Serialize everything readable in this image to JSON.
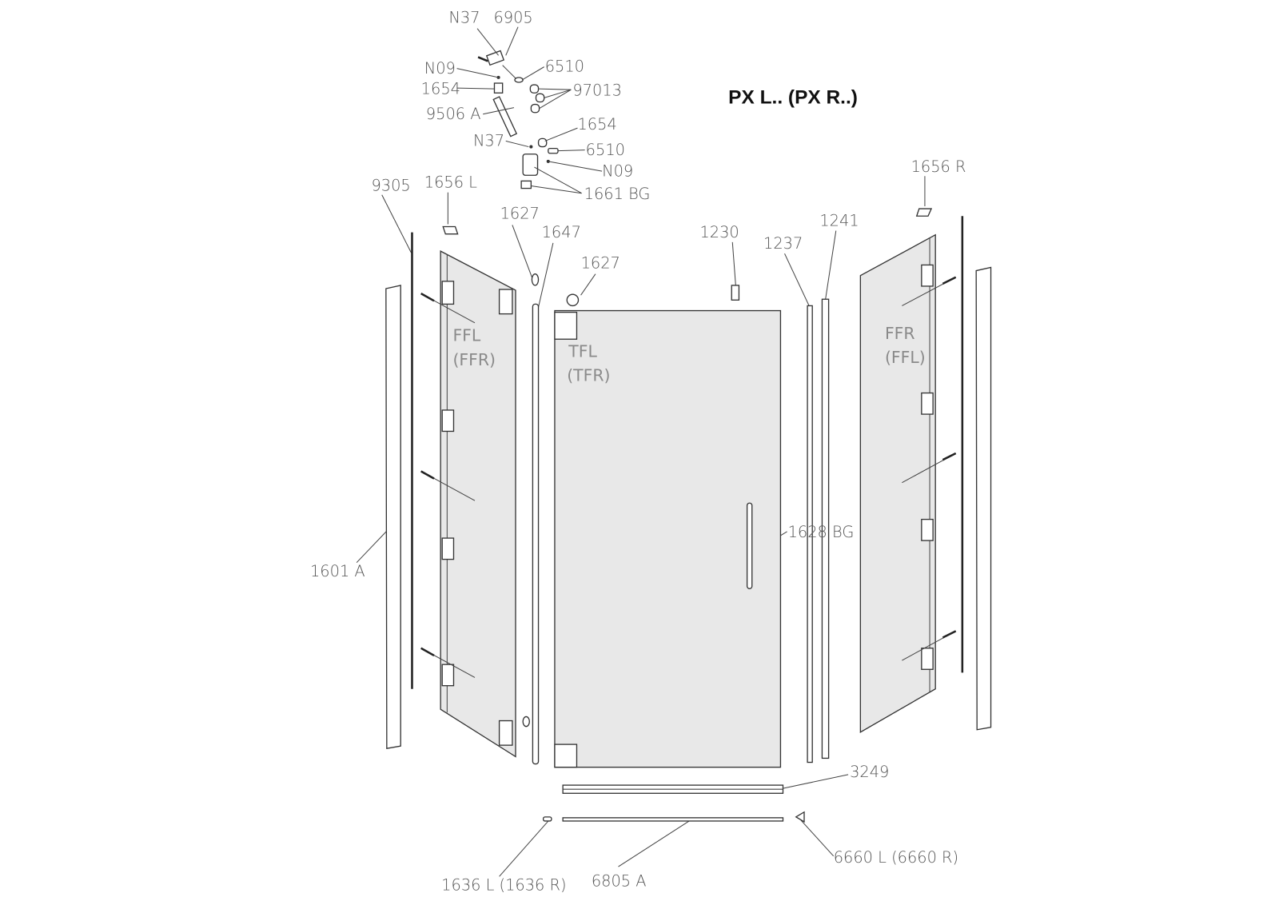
{
  "title": "PX L.. (PX R..)",
  "callouts": [
    "N37",
    "6905",
    "N09",
    "6510",
    "1654",
    "97013",
    "9506 A",
    "1654",
    "N37",
    "6510",
    "N09",
    "1661 BG",
    "9305",
    "1656 L",
    "1656 R",
    "1627",
    "1647",
    "1230",
    "1237",
    "1241",
    "1627",
    "1628 BG",
    "1601 A",
    "3249",
    "6660 L (6660 R)",
    "1636 L (1636 R)",
    "6805 A"
  ],
  "panels": {
    "left": [
      "FFL",
      "(FFR)"
    ],
    "door": [
      "TFL",
      "(TFR)"
    ],
    "right": [
      "FFR",
      "(FFL)"
    ]
  }
}
